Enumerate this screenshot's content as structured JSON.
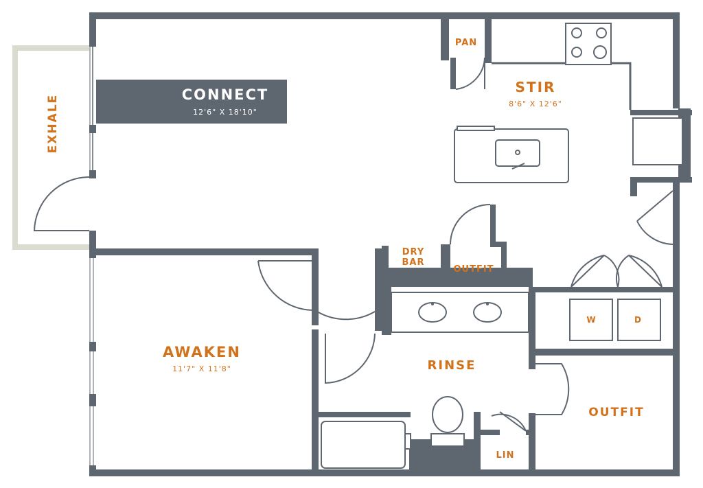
{
  "rooms": {
    "connect": {
      "name": "CONNECT",
      "dims": "12'6\" X 18'10\""
    },
    "stir": {
      "name": "STIR",
      "dims": "8'6\" X 12'6\""
    },
    "awaken": {
      "name": "AWAKEN",
      "dims": "11'7\" X 11'8\""
    },
    "exhale": {
      "name": "EXHALE"
    },
    "rinse": {
      "name": "RINSE"
    },
    "outfit_bath": {
      "name": "OUTFIT"
    },
    "outfit_large": {
      "name": "OUTFIT"
    },
    "pan": {
      "name": "PAN"
    },
    "dry_bar_line1": {
      "name": "DRY"
    },
    "dry_bar_line2": {
      "name": "BAR"
    },
    "lin": {
      "name": "LIN"
    }
  },
  "appliances": {
    "washer": "W",
    "dryer": "D"
  },
  "colors": {
    "wall": "#5e6670",
    "label": "#d2731c",
    "patio": "#d9dccf",
    "banner": "#5e6670"
  }
}
